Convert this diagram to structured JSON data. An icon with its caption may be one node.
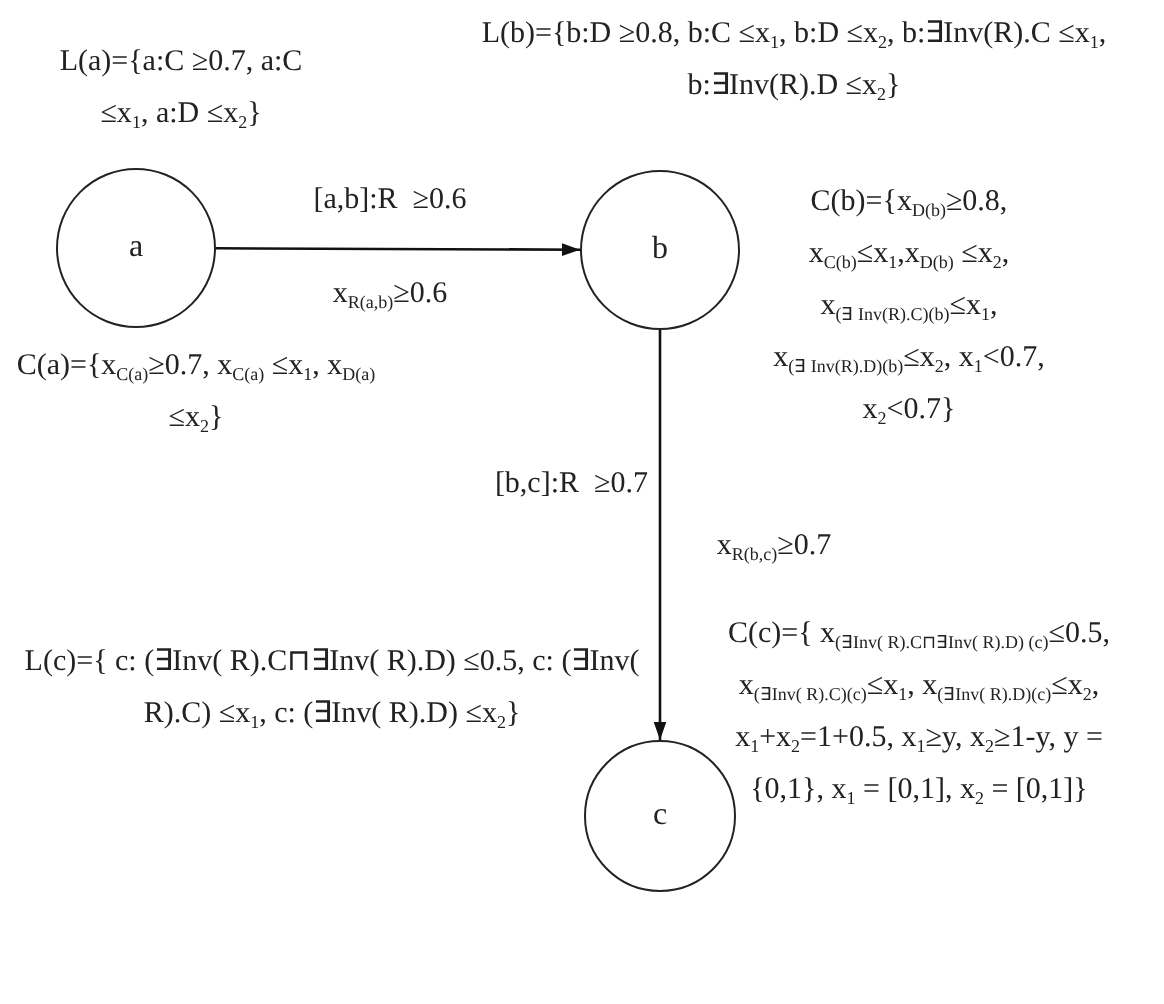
{
  "diagram": {
    "nodes": [
      {
        "text": [
          "a"
        ],
        "beside": [
          "L(a)={a:C ≥0.7, a:C ≤x$_{1}$, a:D ≤x$_{2}$}",
          "C(a)={x$_{C(a)}$≥0.7, x$_{C(a)}$ ≤x$_{1}$, x$_{D(a)}$ ≤x$_{2}$}"
        ]
      },
      {
        "text": [
          "b"
        ],
        "beside": [
          "L(b)={b:D ≥0.8, b:C ≤x$_{1}$, b:D ≤x$_{2}$, b:∃Inv(R).C ≤x$_{1}$, b:∃Inv(R).D ≤x$_{2}$}",
          "C(b)={x$_{D(b)}$≥0.8, x$_{C(b)}$≤x$_{1}$,x$_{D(b)}$ ≤x$_{2}$, x$_{(∃ Inv(R).C)(b)}$≤x$_{1}$, x$_{(∃ Inv(R).D)(b)}$≤x$_{2}$, x$_{1}$<0.7, x$_{2}$<0.7}"
        ]
      },
      {
        "text": [
          "c"
        ],
        "beside": [
          "L(c)={ c: (∃Inv( R).C⊓∃Inv( R).D) ≤0.5, c: (∃Inv( R).C) ≤x$_{1}$, c: (∃Inv( R).D) ≤x$_{2}$}",
          "C(c)={ x$_{(∃Inv( R).C⊓∃Inv( R).D) (c)}$≤0.5, x$_{(∃Inv( R).C)(c)}$≤x$_{1}$, x$_{(∃Inv( R).D)(c)}$≤x$_{2}$, x$_{1}$+x$_{2}$=1+0.5, x$_{1}$≥y, x$_{2}$≥1-y, y = {0,1}, x$_{1}$ = [0,1], x$_{2}$ = [0,1]}"
        ]
      }
    ],
    "edges": [
      {
        "from": 0,
        "to": 1,
        "arrow": "to",
        "label": "[a,b]:R  ≥0.6"
      },
      {
        "from": 1,
        "to": 2,
        "arrow": "to",
        "label": "[b,c]:R  ≥0.7"
      }
    ],
    "labels": [
      "x$_{R(a,b)}$≥0.6",
      "x$_{R(b,c)}$≥0.7"
    ]
  }
}
